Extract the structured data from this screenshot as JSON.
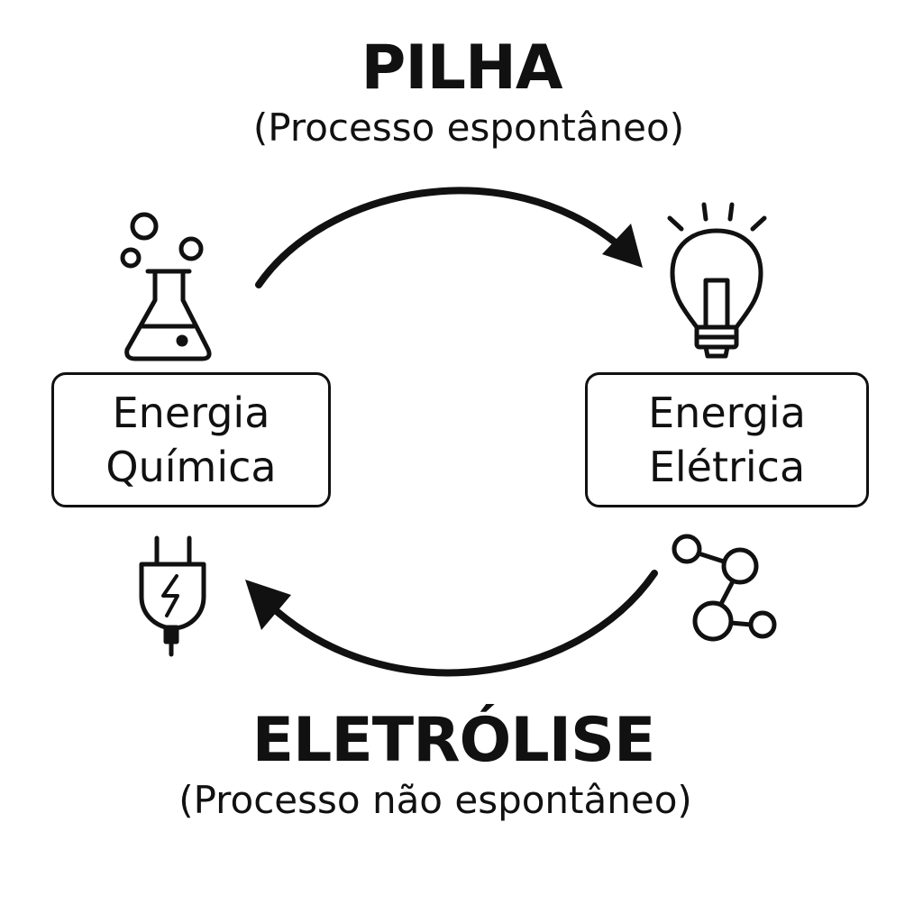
{
  "top": {
    "title": "PILHA",
    "subtitle": "(Processo espontâneo)"
  },
  "bottom": {
    "title": "ELETRÓLISE",
    "subtitle": "(Processo não espontâneo)"
  },
  "left_box": {
    "line1": "Energia",
    "line2": "Química"
  },
  "right_box": {
    "line1": "Energia",
    "line2": "Elétrica"
  },
  "icons": {
    "top_left": "flask-icon",
    "top_right": "light-bulb-icon",
    "bottom_left": "power-plug-icon",
    "bottom_right": "molecule-icon"
  },
  "colors": {
    "ink": "#111111",
    "background": "#ffffff"
  }
}
